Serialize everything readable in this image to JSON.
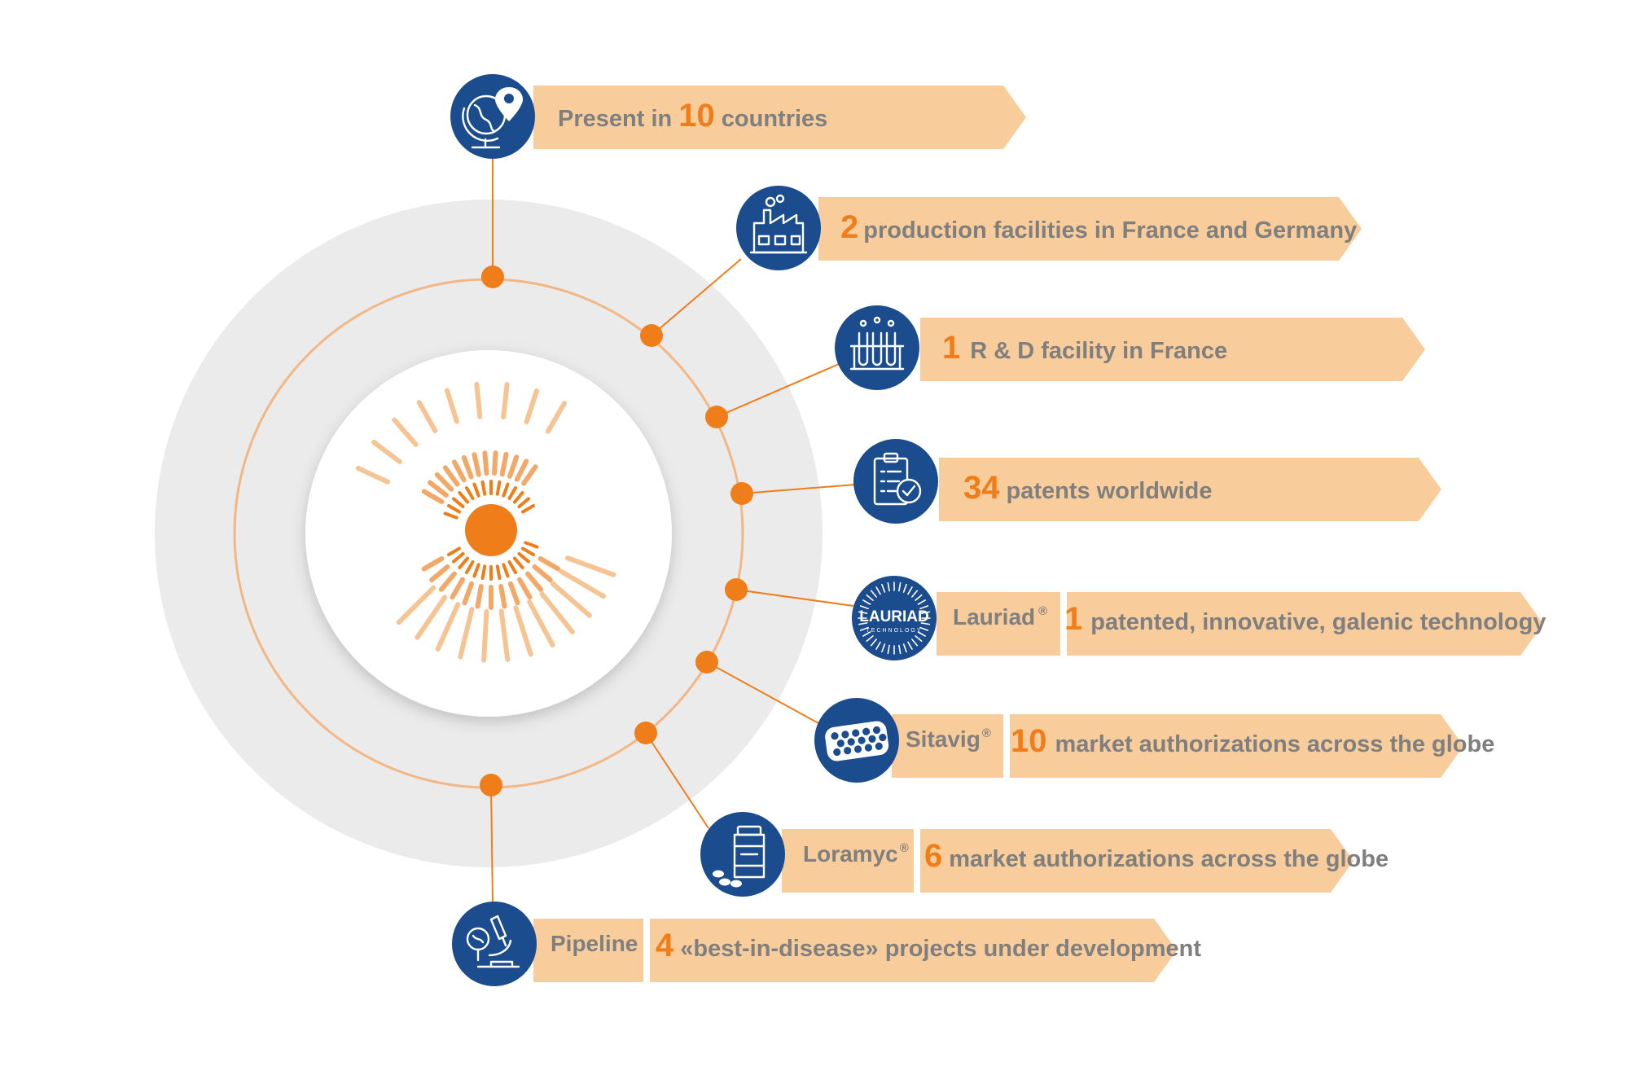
{
  "colors": {
    "banner": "#f8cd9b",
    "accent": "#ee7d1a",
    "icon_circle": "#1a4c8e",
    "ring": "#ebebeb",
    "text": "#7f7f7f"
  },
  "items": [
    {
      "icon": "globe-location-icon",
      "pre": "Present in ",
      "number": "10",
      "text": "countries"
    },
    {
      "icon": "factory-icon",
      "number": "2",
      "text": "production facilities in France and Germany"
    },
    {
      "icon": "test-tubes-icon",
      "number": "1",
      "text": "R & D facility in France"
    },
    {
      "icon": "clipboard-check-icon",
      "number": "34",
      "text": "patents worldwide"
    },
    {
      "icon": "lauriad-technology-logo",
      "label": "Lauriad",
      "reg": "®",
      "number": "1",
      "text": "patented, innovative, galenic technology",
      "logo_text": "LAURIAD",
      "logo_subtext": "TECHNOLOGY"
    },
    {
      "icon": "blister-pack-icon",
      "label": "Sitavig",
      "reg": "®",
      "number": "10",
      "text": "market authorizations across the globe"
    },
    {
      "icon": "medicine-bottle-icon",
      "label": "Loramyc",
      "reg": "®",
      "number": "6",
      "text": "market authorizations across the globe"
    },
    {
      "icon": "microscope-icon",
      "label": "Pipeline",
      "number": "4",
      "text": "«best-in-disease» projects under development"
    }
  ]
}
